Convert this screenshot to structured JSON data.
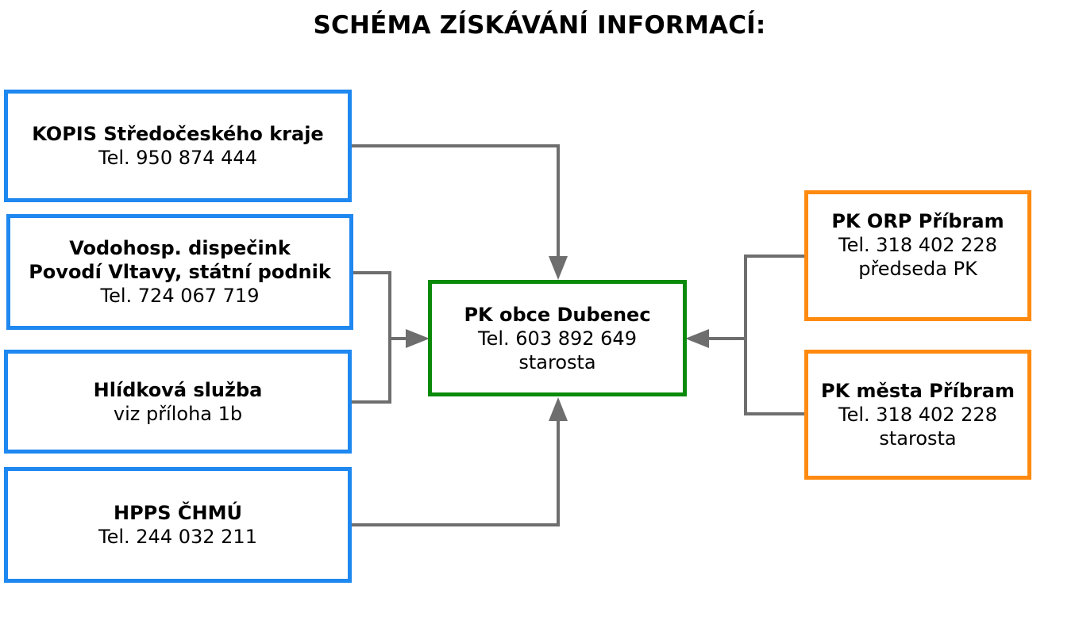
{
  "title": "SCHÉMA ZÍSKÁVÁNÍ INFORMACÍ:",
  "colors": {
    "source_border": "#1E88F0",
    "center_border": "#0A8A0A",
    "right_border": "#FF8A10",
    "connector": "#6E6E6E"
  },
  "left_sources": [
    {
      "name_lines": [
        "KOPIS Středočeského kraje"
      ],
      "details": [
        "Tel. 950 874 444"
      ]
    },
    {
      "name_lines": [
        "Vodohosp. dispečink",
        "Povodí Vltavy, státní podnik"
      ],
      "details": [
        "Tel. 724 067 719"
      ]
    },
    {
      "name_lines": [
        "Hlídková služba"
      ],
      "details": [
        "viz příloha 1b"
      ]
    },
    {
      "name_lines": [
        "HPPS ČHMÚ"
      ],
      "details": [
        "Tel. 244 032 211"
      ]
    }
  ],
  "center": {
    "name_lines": [
      "PK obce Dubenec"
    ],
    "details": [
      "Tel. 603 892 649",
      "starosta"
    ]
  },
  "right_sources": [
    {
      "name_lines": [
        "PK ORP Příbram"
      ],
      "details": [
        "Tel. 318 402 228",
        "předseda PK"
      ]
    },
    {
      "name_lines": [
        "PK města Příbram"
      ],
      "details": [
        "Tel. 318 402 228",
        "starosta"
      ]
    }
  ]
}
